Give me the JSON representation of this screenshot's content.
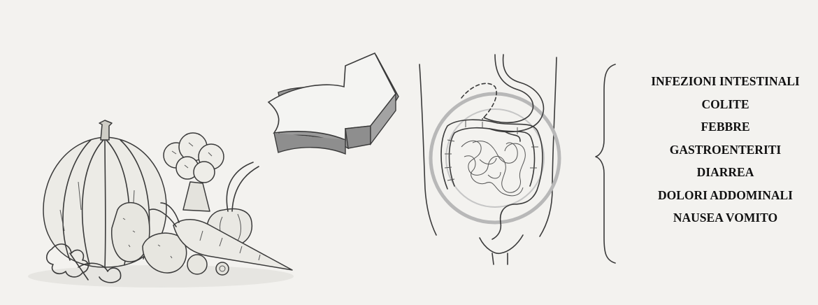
{
  "conditions": [
    "INFEZIONI INTESTINALI",
    "COLITE",
    "FEBBRE",
    "GASTROENTERITI",
    "DIARREA",
    "DOLORI ADDOMINALI",
    "NAUSEA VOMITO"
  ],
  "colors": {
    "background": "#f3f2ef",
    "ink": "#3a3a3a",
    "arrow_side": "#9a9a9a",
    "highlight_ring": "#b0b0b0",
    "text": "#111111"
  }
}
